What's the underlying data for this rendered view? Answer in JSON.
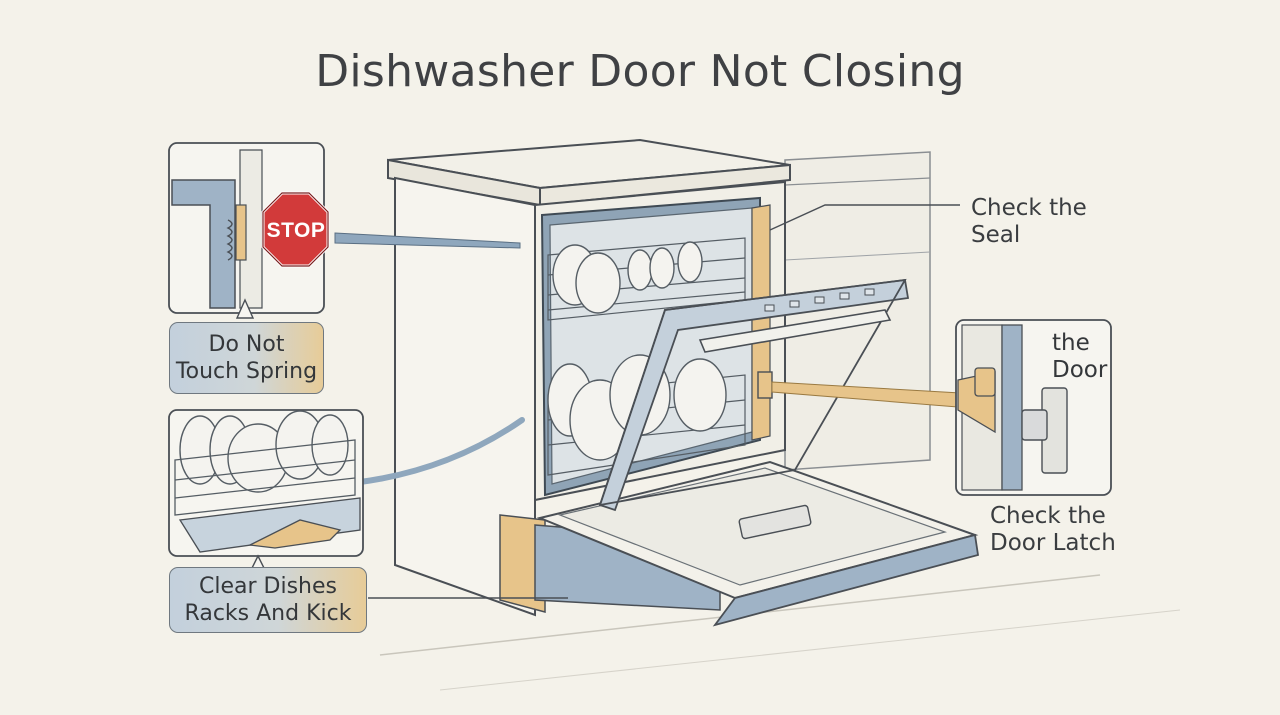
{
  "title": "Dishwasher Door Not Closing",
  "callouts": {
    "seal": "Check the\nSeal",
    "spring": "Do Not\nTouch Spring",
    "stop_sign": "STOP",
    "racks": "Clear Dishes\nRacks And Kick",
    "latch_inset": "the\nDoor",
    "latch": "Check the\nDoor Latch"
  },
  "colors": {
    "background": "#f4f2ea",
    "accent_orange": "#e7c48a",
    "accent_blue": "#8fa7bd",
    "stop_red": "#d23a3a",
    "line": "#4a4f55"
  }
}
